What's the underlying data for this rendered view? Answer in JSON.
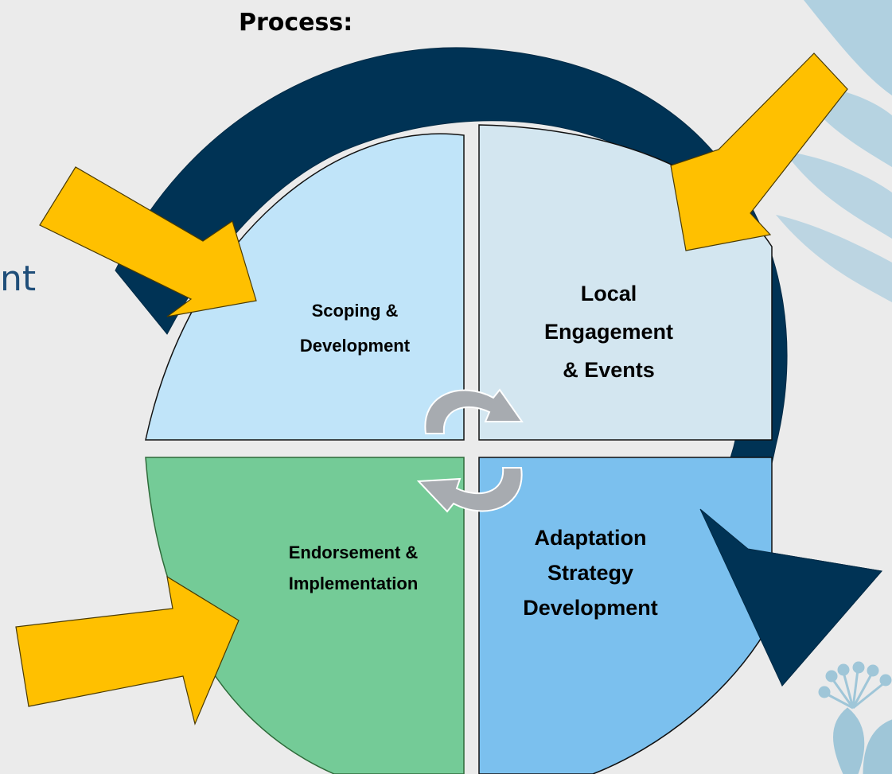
{
  "diagram": {
    "title": "Process:",
    "side_text_fragment": "nt",
    "quadrants": [
      {
        "id": "scoping",
        "lines": [
          "Scoping &",
          "Development"
        ],
        "color": "#c0e4f9"
      },
      {
        "id": "local",
        "lines": [
          "Local",
          "Engagement",
          "& Events"
        ],
        "color": "#d3e6f0"
      },
      {
        "id": "endorsement",
        "lines": [
          "Endorsement &",
          "Implementation"
        ],
        "color": "#74cb97"
      },
      {
        "id": "adaptation",
        "lines": [
          "Adaptation",
          "Strategy",
          "Development"
        ],
        "color": "#7bc0ee"
      }
    ],
    "colors": {
      "background": "#ebebeb",
      "big_arrow": "#003355",
      "input_arrow": "#ffc000",
      "cycle_arrow": "#a7abb0",
      "side_text": "#1f4e79",
      "decor": "#b0d0e0"
    },
    "icons": [
      "curved-cycle-arrow-icon",
      "input-arrow-icon",
      "leaf-decoration-icon",
      "flower-decoration-icon"
    ]
  }
}
